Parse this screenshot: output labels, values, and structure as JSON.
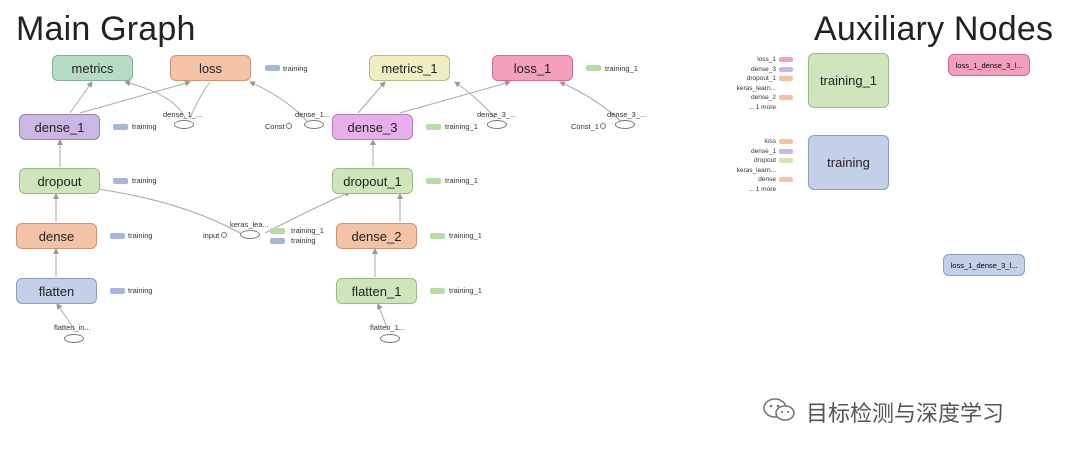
{
  "headings": {
    "main": "Main Graph",
    "aux": "Auxiliary Nodes"
  },
  "nodes": {
    "metrics": "metrics",
    "loss": "loss",
    "dense_1": "dense_1",
    "dropout": "dropout",
    "dense": "dense",
    "flatten": "flatten",
    "metrics_1": "metrics_1",
    "loss_1": "loss_1",
    "dense_3": "dense_3",
    "dropout_1": "dropout_1",
    "dense_2": "dense_2",
    "flatten_1": "flatten_1",
    "training_1": "training_1",
    "training": "training",
    "loss_1_dense_3_a": "loss_1_dense_3_l...",
    "loss_1_dense_3_b": "loss_1_dense_3_l..."
  },
  "labels": {
    "training": "training",
    "training_1": "training_1",
    "dense_1_e": "dense_1_...",
    "dense_1_e2": "dense_1...",
    "const": "Const",
    "dense_3_e": "dense_3_...",
    "dense_3_e2": "dense_3_...",
    "const_1": "Const_1",
    "keras_lea": "keras_lea...",
    "input": "input",
    "flatten_in": "flatten_in...",
    "flatten_1_e": "flatten_1..."
  },
  "aux_inputs": {
    "training_1": [
      "loss_1",
      "dense_3",
      "dropout_1",
      "keras_learn...",
      "dense_2",
      "... 1 more"
    ],
    "training": [
      "loss",
      "dense_1",
      "dropout",
      "keras_learn...",
      "dense",
      "... 1 more"
    ]
  },
  "watermark": "目标检测与深度学习",
  "colors": {
    "green": "#cfe6bd",
    "purple": "#cbb7e3",
    "orange": "#f4c3a5",
    "teal": "#b5dcc5",
    "yellow": "#edefc0",
    "pink": "#f59fbf",
    "lavender": "#c4cfe8",
    "magenta": "#e7b0ea"
  }
}
